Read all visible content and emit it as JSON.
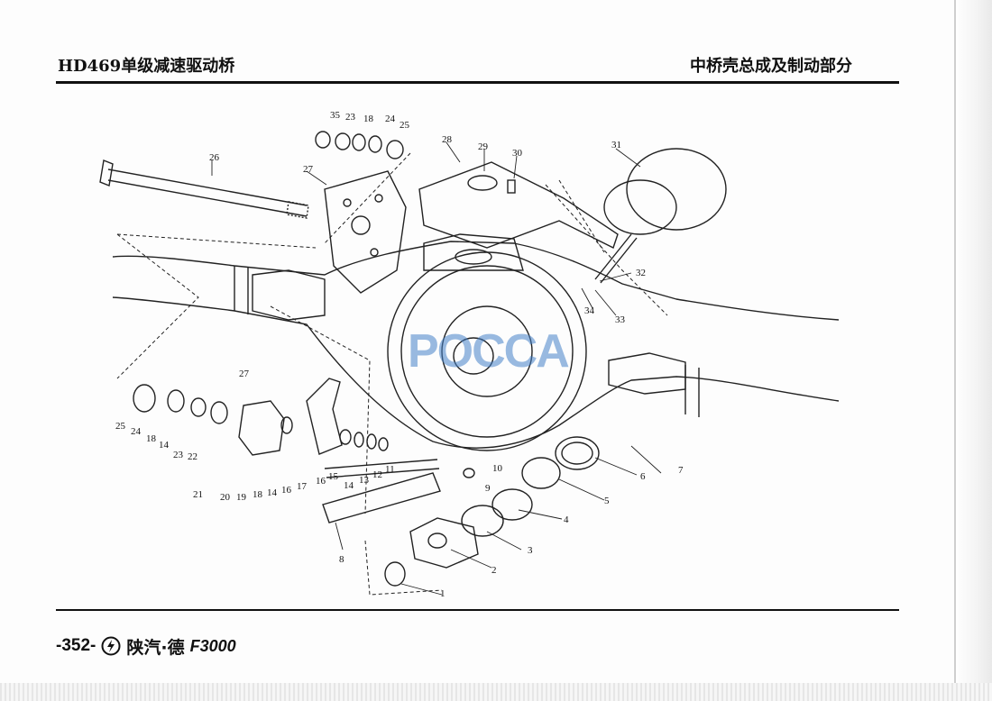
{
  "header": {
    "left_title": "HD469单级减速驱动桥",
    "right_title": "中桥壳总成及制动部分"
  },
  "footer": {
    "page_number": "-352-",
    "brand_cn": "陕汽·德",
    "brand_model": "F3000"
  },
  "watermark": "POCCA",
  "callouts": [
    "1",
    "2",
    "3",
    "4",
    "5",
    "6",
    "7",
    "8",
    "9",
    "10",
    "11",
    "12",
    "13",
    "14",
    "15",
    "16",
    "17",
    "18",
    "19",
    "20",
    "21",
    "22",
    "23",
    "24",
    "25",
    "26",
    "27",
    "28",
    "29",
    "30",
    "31",
    "32",
    "33",
    "34",
    "35",
    "18",
    "14",
    "16",
    "14",
    "27",
    "23",
    "18",
    "24",
    "25"
  ]
}
